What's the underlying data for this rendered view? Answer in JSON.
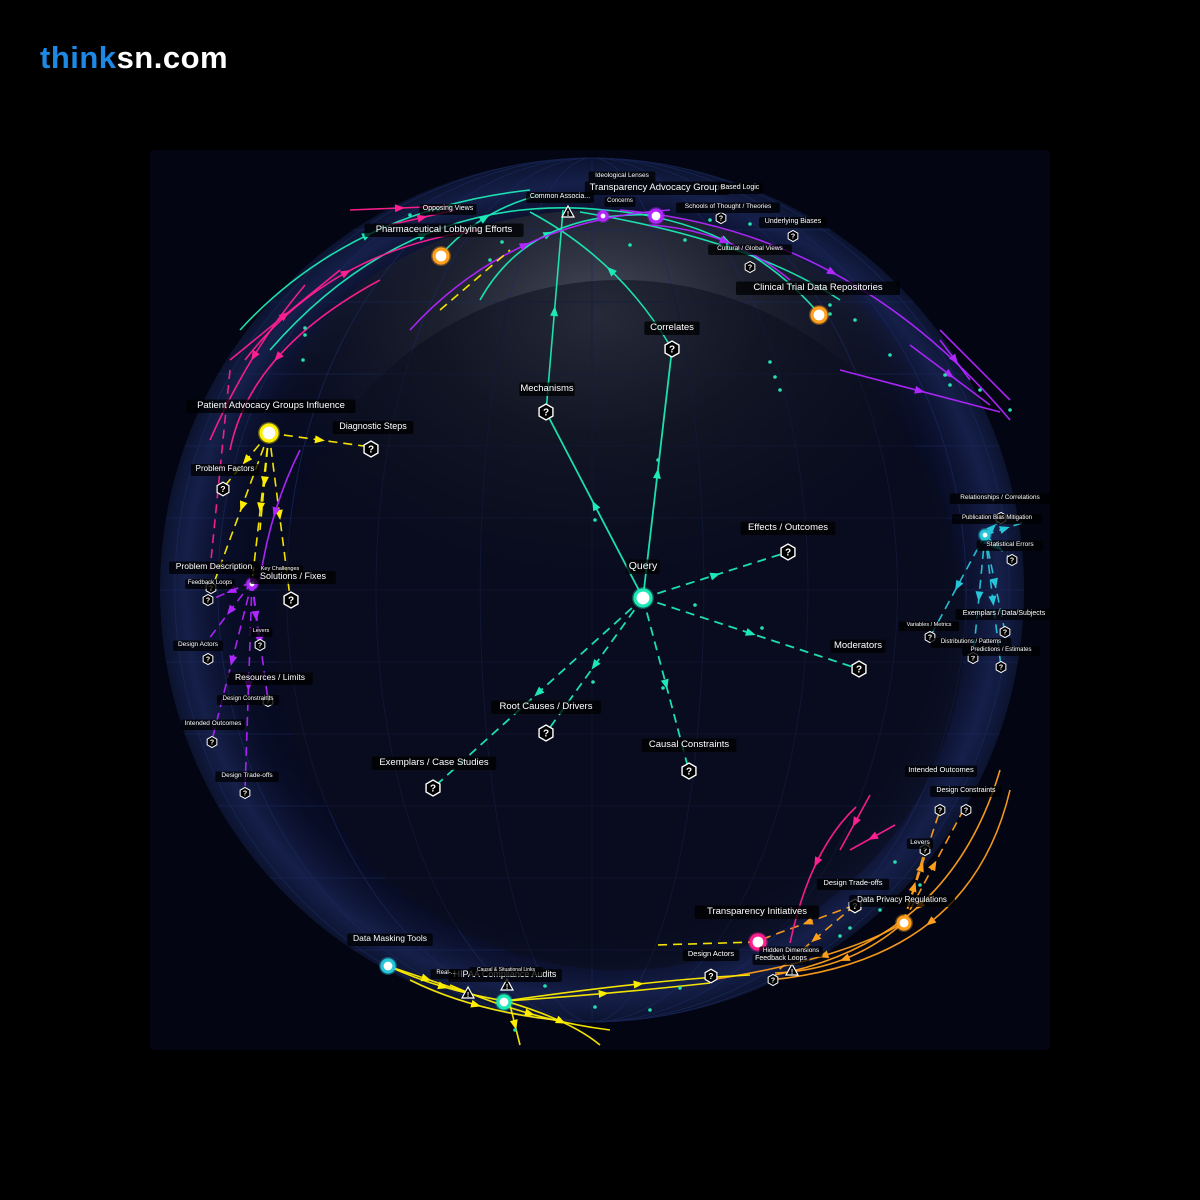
{
  "brand": {
    "part1": "think",
    "part2": "sn.com"
  },
  "colors": {
    "green": "#1de9b6",
    "magenta": "#ff1f8e",
    "purple": "#b026ff",
    "yellow": "#ffee00",
    "cyan": "#26c6da",
    "orange": "#ff9f1c",
    "sphere_grid": "#1b2a5e"
  },
  "center": {
    "label": "Query"
  },
  "spokes": [
    {
      "label": "Mechanisms"
    },
    {
      "label": "Correlates"
    },
    {
      "label": "Effects / Outcomes"
    },
    {
      "label": "Moderators"
    },
    {
      "label": "Causal Constraints"
    },
    {
      "label": "Root Causes / Drivers"
    },
    {
      "label": "Exemplars / Case Studies"
    }
  ],
  "hubs": [
    {
      "label": "Transparency Advocacy Groups",
      "color": "purple"
    },
    {
      "label": "Pharmaceutical Lobbying Efforts",
      "color": "orange"
    },
    {
      "label": "Clinical Trial Data Repositories",
      "color": "orange"
    },
    {
      "label": "Patient Advocacy Groups Influence",
      "color": "yellow"
    },
    {
      "label": "Transparency Initiatives",
      "color": "magenta"
    },
    {
      "label": "Data Privacy Regulations",
      "color": "orange"
    },
    {
      "label": "Data Masking Tools",
      "color": "cyan"
    },
    {
      "label": "HIPAA Compliance Audits",
      "color": "green"
    }
  ],
  "peripheral": [
    {
      "label": "Ideological Lenses"
    },
    {
      "label": "Common Associa..."
    },
    {
      "label": "Concerns"
    },
    {
      "label": "Based Logic"
    },
    {
      "label": "Schools of Thought / Theories"
    },
    {
      "label": "Opposing Views"
    },
    {
      "label": "Underlying Biases"
    },
    {
      "label": "Cultural / Global Views"
    },
    {
      "label": "Diagnostic Steps"
    },
    {
      "label": "Problem Factors"
    },
    {
      "label": "Problem Description"
    },
    {
      "label": "Key Challenges"
    },
    {
      "label": "Feedback Loops"
    },
    {
      "label": "Solutions / Fixes"
    },
    {
      "label": "Design Actors"
    },
    {
      "label": "Levers"
    },
    {
      "label": "Resources / Limits"
    },
    {
      "label": "Design Constraints"
    },
    {
      "label": "Intended Outcomes"
    },
    {
      "label": "Design Trade-offs"
    },
    {
      "label": "Relationships / Correlations"
    },
    {
      "label": "Publication Bias Mitigation"
    },
    {
      "label": "Statistical Errors"
    },
    {
      "label": "Exemplars / Data/Subjects"
    },
    {
      "label": "Variables / Metrics"
    },
    {
      "label": "Distributions / Patterns"
    },
    {
      "label": "Predictions / Estimates"
    },
    {
      "label": "Intended Outcomes"
    },
    {
      "label": "Design Constraints"
    },
    {
      "label": "Levers"
    },
    {
      "label": "Design Trade-offs"
    },
    {
      "label": "Design Actors"
    },
    {
      "label": "Hidden Dimensions"
    },
    {
      "label": "Feedback Loops"
    },
    {
      "label": "Causal & Situational Links"
    },
    {
      "label": "Real-..."
    }
  ]
}
